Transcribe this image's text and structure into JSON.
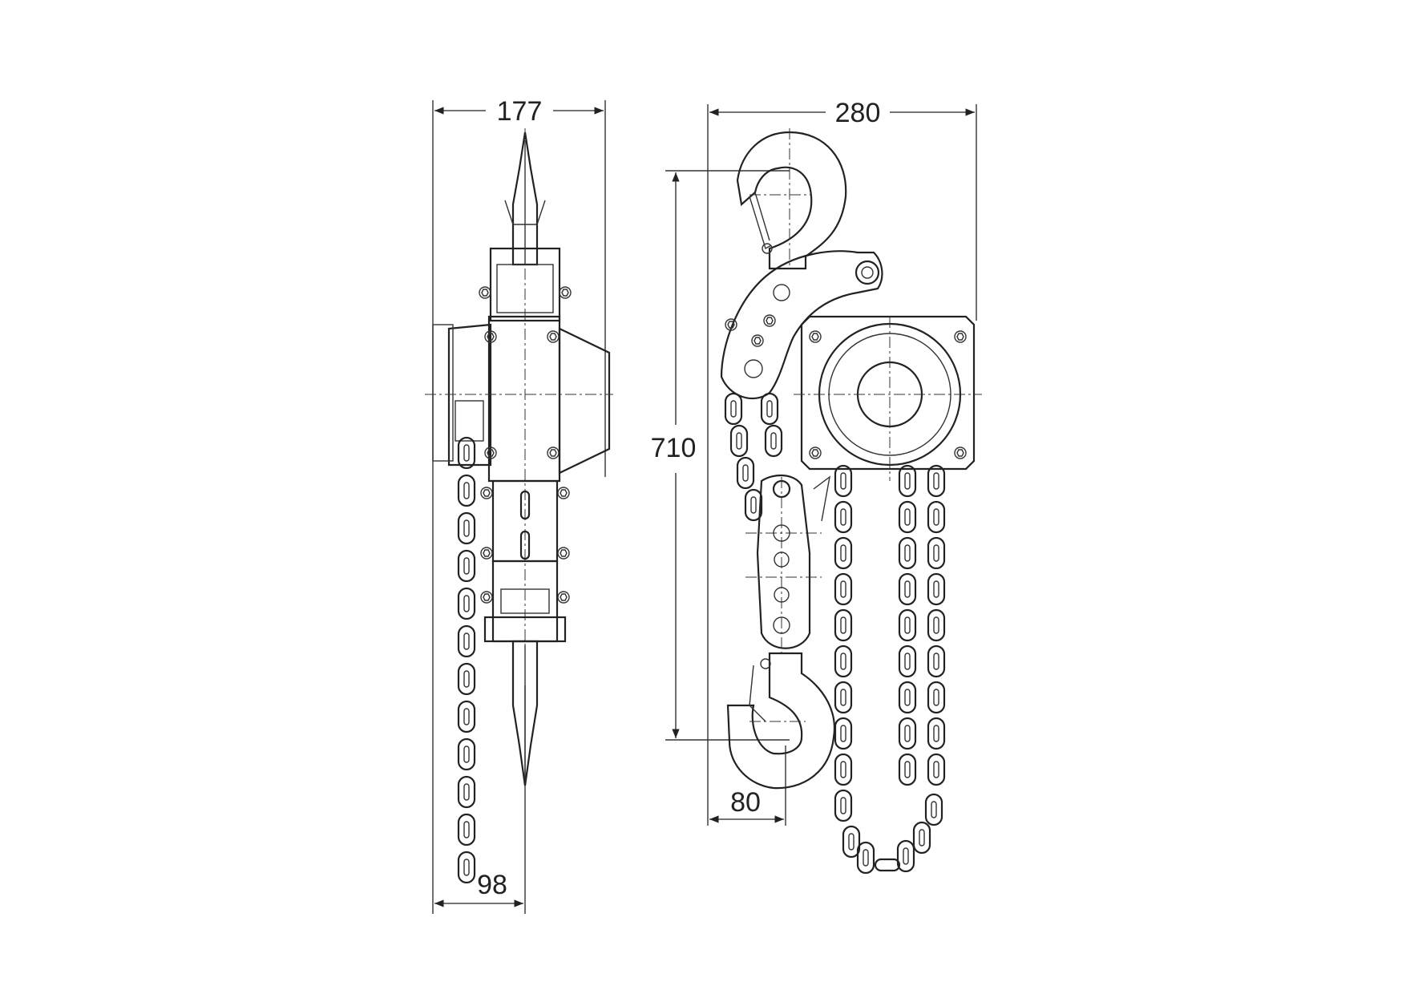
{
  "drawing": {
    "dimensions": {
      "side_width": "177",
      "side_offset": "98",
      "front_width": "280",
      "height": "710",
      "hook_offset": "80"
    },
    "colors": {
      "line": "#222222",
      "background": "#ffffff"
    }
  }
}
